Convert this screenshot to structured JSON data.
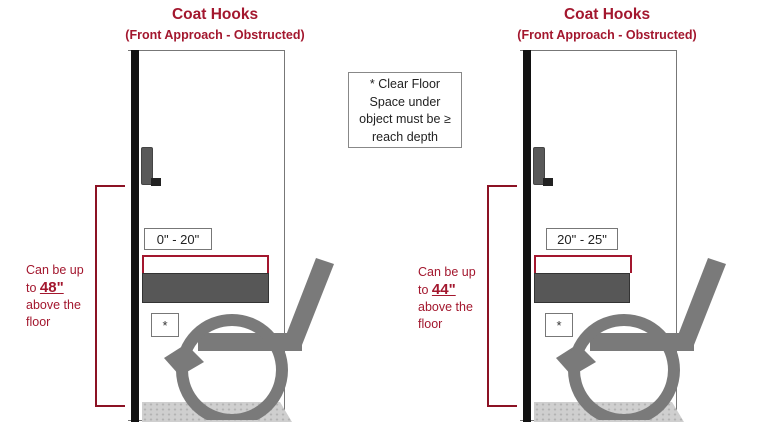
{
  "panels": [
    {
      "title": "Coat Hooks",
      "subtitle": "(Front Approach - Obstructed)",
      "range": "0\" - 20\"",
      "label_prefix": "Can be up",
      "label_to": "to",
      "height": "48\"",
      "label_line3": "above the",
      "label_line4": "floor",
      "star": "*"
    },
    {
      "title": "Coat Hooks",
      "subtitle": "(Front Approach - Obstructed)",
      "range": "20\" - 25\"",
      "label_prefix": "Can be up",
      "label_to": "to",
      "height": "44\"",
      "label_line3": "above the",
      "label_line4": "floor",
      "star": "*"
    }
  ],
  "note": {
    "line1": "* Clear Floor",
    "line2": "Space under",
    "line3": "object must be ≥",
    "line4": "reach depth"
  },
  "colors": {
    "accent": "#a3172e",
    "wall_edge": "#111111",
    "shelf": "#575757",
    "chair": "#7a7a7a",
    "floor": "#cfcfcf"
  },
  "icons": [
    "wheelchair-icon",
    "coat-hook-icon"
  ]
}
